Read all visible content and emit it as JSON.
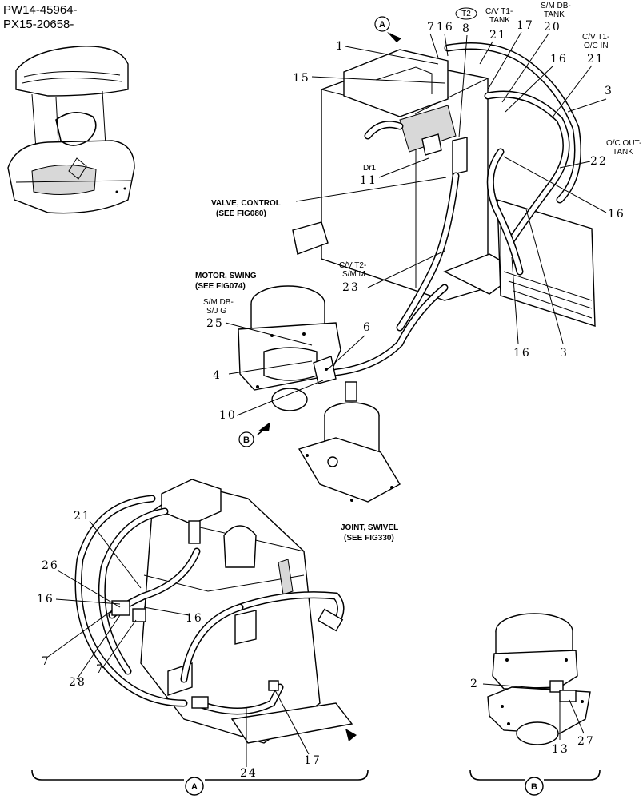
{
  "serial_numbers": [
    "PW14-45964-",
    "PX15-20658-"
  ],
  "view_markers": {
    "a": "A",
    "b": "B"
  },
  "callouts": {
    "valve_control": [
      "VALVE, CONTROL",
      "(SEE FIG080)"
    ],
    "motor_swing": [
      "MOTOR, SWING",
      "(SEE FIG074)"
    ],
    "joint_swivel": [
      "JOINT, SWIVEL",
      "(SEE FIG330)"
    ],
    "t2": "T2",
    "cv_t1_tank": [
      "C/V T1-",
      "TANK"
    ],
    "sm_db_tank": [
      "S/M DB-",
      "TANK"
    ],
    "cv_t1_oc_in": [
      "C/V T1-",
      "O/C IN"
    ],
    "oc_out_tank": [
      "O/C OUT-",
      "TANK"
    ],
    "dr1": "Dr1",
    "cv_t2_sm_m": [
      "C/V T2-",
      "S/M M"
    ],
    "sm_db_sjg": [
      "S/M DB-",
      "S/J G"
    ]
  },
  "part_numbers": {
    "top": [
      "7",
      "16",
      "8",
      "21",
      "17",
      "20",
      "1",
      "16",
      "15",
      "21",
      "3",
      "11",
      "22",
      "16",
      "23",
      "25",
      "6",
      "4",
      "16",
      "3",
      "10"
    ],
    "view_a": [
      "21",
      "26",
      "16",
      "16",
      "7",
      "28",
      "7",
      "24",
      "17"
    ],
    "view_b": [
      "2",
      "13",
      "27"
    ]
  },
  "section_labels": {
    "a": "A",
    "b": "B"
  }
}
